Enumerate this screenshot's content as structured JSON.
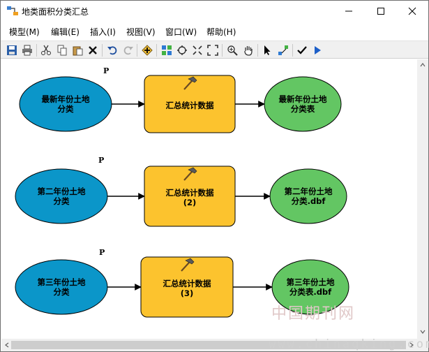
{
  "window": {
    "title": "地类面积分类汇总"
  },
  "menu": [
    "模型(M)",
    "编辑(E)",
    "插入(I)",
    "视图(V)",
    "窗口(W)",
    "帮助(H)"
  ],
  "toolbar_icons": [
    "save-icon",
    "print-icon",
    "cut-icon",
    "copy-icon",
    "paste-icon",
    "delete-icon",
    "undo-icon",
    "redo-icon",
    "add-data-icon",
    "auto-layout-icon",
    "full-extent-icon",
    "zoom-to-icon",
    "fit-icon",
    "zoom-in-icon",
    "pan-icon",
    "select-icon",
    "connect-icon",
    "validate-icon",
    "run-icon"
  ],
  "colors": {
    "input_fill": "#0b96c9",
    "tool_fill": "#fcc32e",
    "output_fill": "#63c663",
    "stroke": "#000000",
    "toolbar_bg": "#f0f0f0"
  },
  "model": {
    "rows": [
      {
        "input": [
          "最新年份土地",
          "分类"
        ],
        "tool": [
          "汇总统计数据"
        ],
        "output": [
          "最新年份土地",
          "分类表"
        ],
        "param_marker": "P"
      },
      {
        "input": [
          "第二年份土地",
          "分类"
        ],
        "tool": [
          "汇总统计数据",
          "(2)"
        ],
        "output": [
          "第二年份土地",
          "分类.dbf"
        ],
        "param_marker": "P"
      },
      {
        "input": [
          "第三年份土地",
          "分类"
        ],
        "tool": [
          "汇总统计数据",
          "(3)"
        ],
        "output": [
          "第三年份土地",
          "分类表.dbf"
        ],
        "param_marker": "P"
      }
    ]
  },
  "watermark": {
    "cn": "中国期刊网",
    "url": "www.chinaqking.com"
  }
}
